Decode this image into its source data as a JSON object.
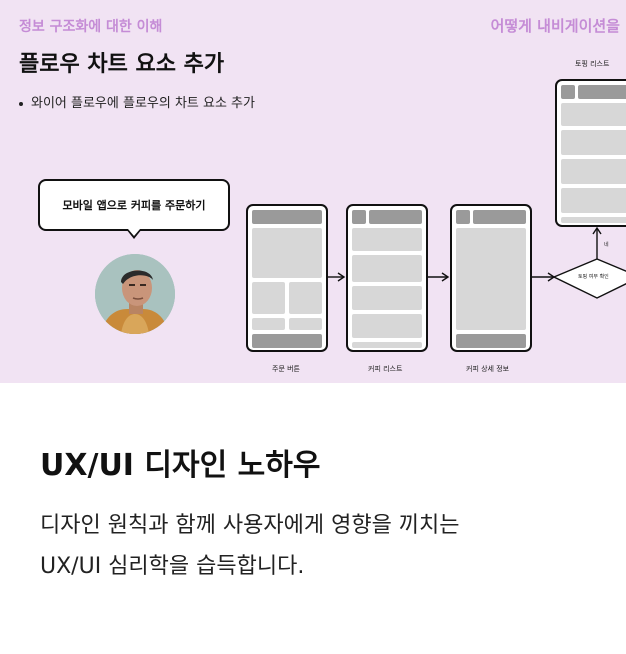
{
  "slide": {
    "kicker_left": "정보 구조화에 대한 이해",
    "kicker_right": "어떻게 내비게이션을",
    "title": "플로우 차트 요소 추가",
    "bullet": "와이어 플로우에 플로우의 차트 요소 추가",
    "bubble": "모바일 앱으로 커피를 주문하기",
    "labels": {
      "order_button": "주문 버튼",
      "coffee_list": "커피 리스트",
      "coffee_detail": "커피 상세 정보",
      "topping_list": "토핑 리스트",
      "topping_check": "토핑 여부 확인",
      "yes": "네"
    }
  },
  "card": {
    "title": "UX/UI 디자인 노하우",
    "desc_line1": "디자인 원칙과 함께 사용자에게 영향을 끼치는",
    "desc_line2": "UX/UI 심리학을 습득합니다."
  },
  "colors": {
    "hero_bg": "#f1e3f3",
    "accent": "#c58cd6"
  }
}
